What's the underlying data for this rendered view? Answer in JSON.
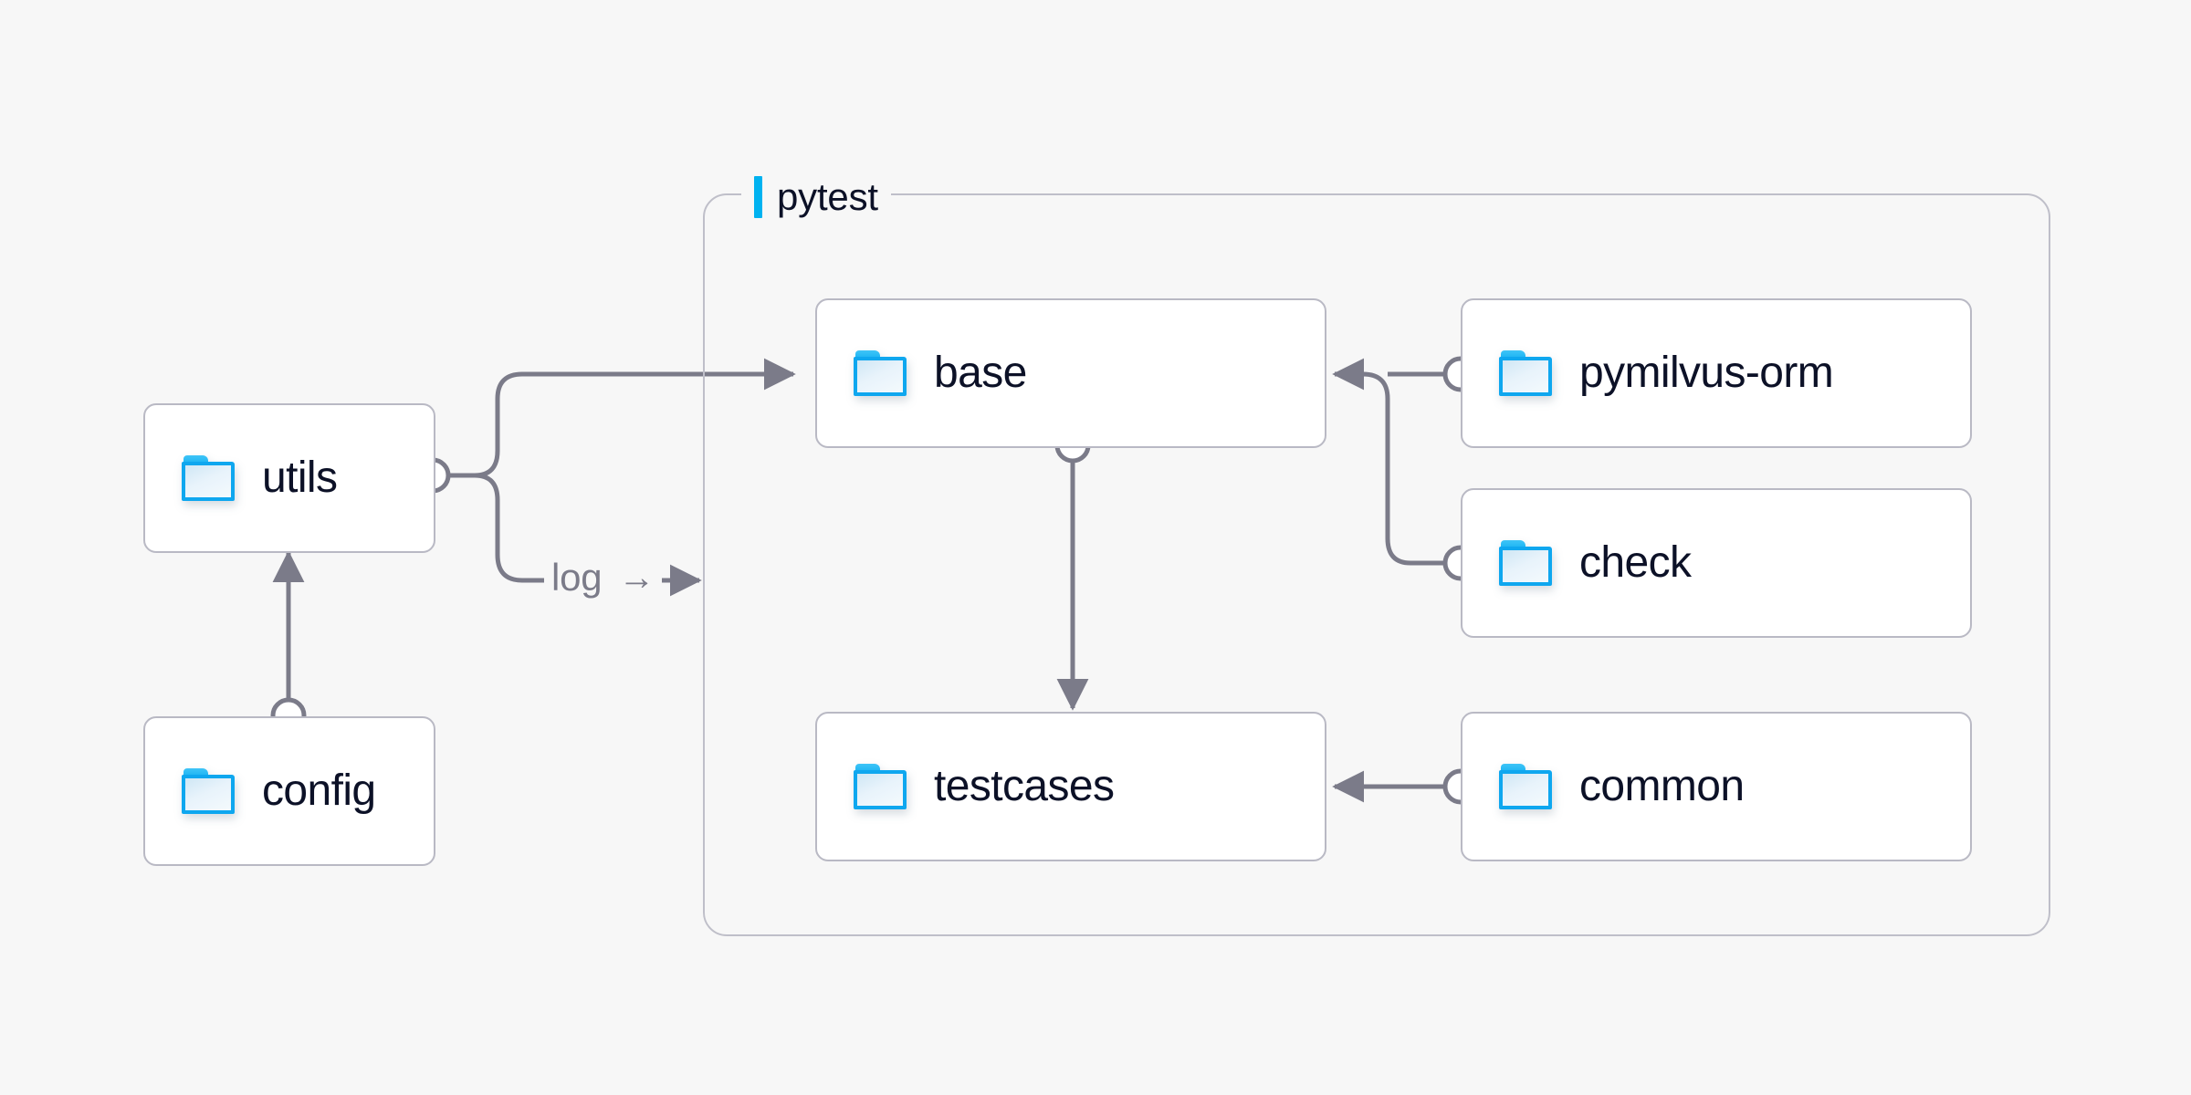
{
  "diagram": {
    "type": "architecture-flow",
    "background_color": "#f7f7f7",
    "accent_color": "#00b2f0",
    "node_border_color": "#b9b9c4",
    "edge_color": "#7b7b89",
    "text_color": "#0c1127"
  },
  "group": {
    "label": "pytest",
    "bar_color": "#00b2f0"
  },
  "nodes": [
    {
      "id": "utils",
      "label": "utils",
      "icon": "folder-icon"
    },
    {
      "id": "config",
      "label": "config",
      "icon": "folder-icon"
    },
    {
      "id": "base",
      "label": "base",
      "icon": "folder-icon"
    },
    {
      "id": "testcases",
      "label": "testcases",
      "icon": "folder-icon"
    },
    {
      "id": "pymilvus-orm",
      "label": "pymilvus-orm",
      "icon": "folder-icon"
    },
    {
      "id": "check",
      "label": "check",
      "icon": "folder-icon"
    },
    {
      "id": "common",
      "label": "common",
      "icon": "folder-icon"
    }
  ],
  "edges": [
    {
      "from": "config",
      "to": "utils",
      "label": ""
    },
    {
      "from": "utils",
      "to": "base",
      "label": ""
    },
    {
      "from": "utils",
      "to": "pytest",
      "label": "log",
      "arrow_glyph": "→"
    },
    {
      "from": "base",
      "to": "testcases",
      "label": ""
    },
    {
      "from": "pymilvus-orm",
      "to": "base",
      "label": ""
    },
    {
      "from": "check",
      "to": "base",
      "label": ""
    },
    {
      "from": "common",
      "to": "testcases",
      "label": ""
    }
  ],
  "edge_labels": {
    "log": {
      "text": "log",
      "arrow": "→"
    }
  }
}
